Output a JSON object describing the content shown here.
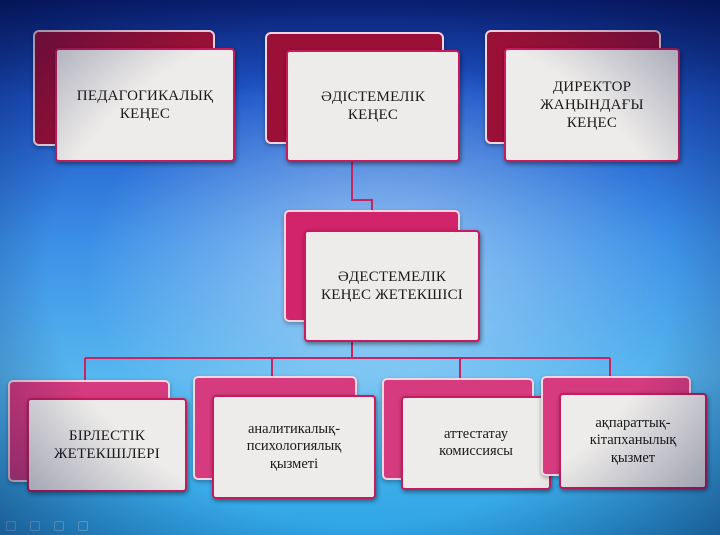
{
  "diagram": {
    "nodes": [
      {
        "id": "ped",
        "label": "ПЕДАГОГИКАЛЫҚ\nКЕҢЕС"
      },
      {
        "id": "met",
        "label": "ӘДІСТЕМЕЛІК\nКЕҢЕС"
      },
      {
        "id": "dir",
        "label": "ДИРЕКТОР\nЖАҢЫНДАҒЫ\nКЕҢЕС"
      },
      {
        "id": "lead",
        "label": "ӘДЕСТЕМЕЛІК\nКЕҢЕС ЖЕТЕКШІСІ"
      },
      {
        "id": "b1",
        "label": "БІРЛЕСТІК\nЖЕТЕКШІЛЕРІ"
      },
      {
        "id": "b2",
        "label": "аналитикалық-\nпсихологиялық\nқызметі"
      },
      {
        "id": "b3",
        "label": "аттестатау\nкомиссиясы"
      },
      {
        "id": "b4",
        "label": "ақпараттық-\nкітапханылық\nқызмет"
      }
    ],
    "edges": [
      [
        "met",
        "lead"
      ],
      [
        "lead",
        "b1"
      ],
      [
        "lead",
        "b2"
      ],
      [
        "lead",
        "b3"
      ],
      [
        "lead",
        "b4"
      ]
    ],
    "colors": {
      "top_back": "#9b1036",
      "mid_back": "#d1246a",
      "bottom_back": "#d63b7f",
      "box_fill": "#eeecea",
      "connector": "#c9245f"
    }
  }
}
